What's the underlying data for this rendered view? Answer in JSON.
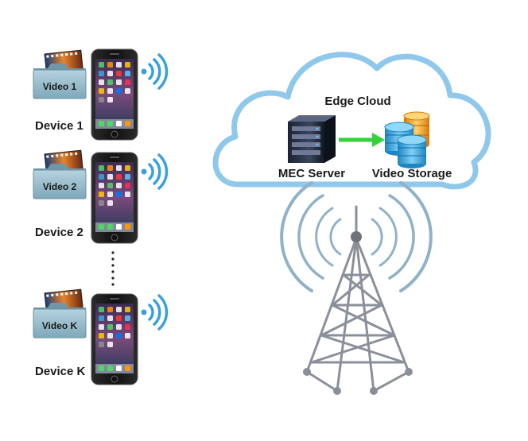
{
  "devices": [
    {
      "label": "Device 1",
      "video_label": "Video 1"
    },
    {
      "label": "Device 2",
      "video_label": "Video 2"
    },
    {
      "label": "Device K",
      "video_label": "Video K"
    }
  ],
  "cloud": {
    "title": "Edge Cloud",
    "server_label": "MEC Server",
    "storage_label": "Video Storage"
  },
  "colors": {
    "cloud_stroke": "#8fc8ea",
    "wifi": "#3aa0dc",
    "arrow": "#35d13a",
    "folder": "#8fb8c8",
    "storage_blue": "#2fa9e0",
    "storage_orange": "#f39c12",
    "tower": "#8a8f99"
  },
  "icons": {
    "device": "smartphone-icon",
    "video": "video-folder-icon",
    "signal": "wifi-signal-icon",
    "server": "server-icon",
    "storage": "database-icon",
    "tower": "cell-tower-icon"
  }
}
